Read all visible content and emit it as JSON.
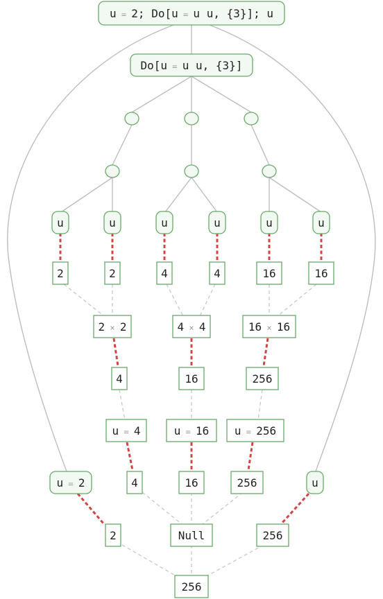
{
  "nodes": {
    "root": {
      "parts": [
        "u",
        " = ",
        "2; Do[u",
        " = ",
        "u u, {3}]; u"
      ]
    },
    "do": {
      "parts": [
        "Do[u",
        " = ",
        "u u, {3}]"
      ]
    },
    "u1": "u",
    "u2": "u",
    "u3": "u",
    "u4": "u",
    "u5": "u",
    "u6": "u",
    "v1": "2",
    "v2": "2",
    "v3": "4",
    "v4": "4",
    "v5": "16",
    "v6": "16",
    "m1": {
      "parts": [
        "2",
        " × ",
        "2"
      ]
    },
    "m2": {
      "parts": [
        "4",
        " × ",
        "4"
      ]
    },
    "m3": {
      "parts": [
        "16",
        " × ",
        "16"
      ]
    },
    "r1": "4",
    "r2": "16",
    "r3": "256",
    "a1": {
      "parts": [
        "u",
        " = ",
        "4"
      ]
    },
    "a2": {
      "parts": [
        "u",
        " = ",
        "16"
      ]
    },
    "a3": {
      "parts": [
        "u",
        " = ",
        "256"
      ]
    },
    "init": {
      "parts": [
        "u",
        " = ",
        "2"
      ]
    },
    "w1": "4",
    "w2": "16",
    "w3": "256",
    "uf": "u",
    "two": "2",
    "null": "Null",
    "v256": "256",
    "final": "256"
  }
}
